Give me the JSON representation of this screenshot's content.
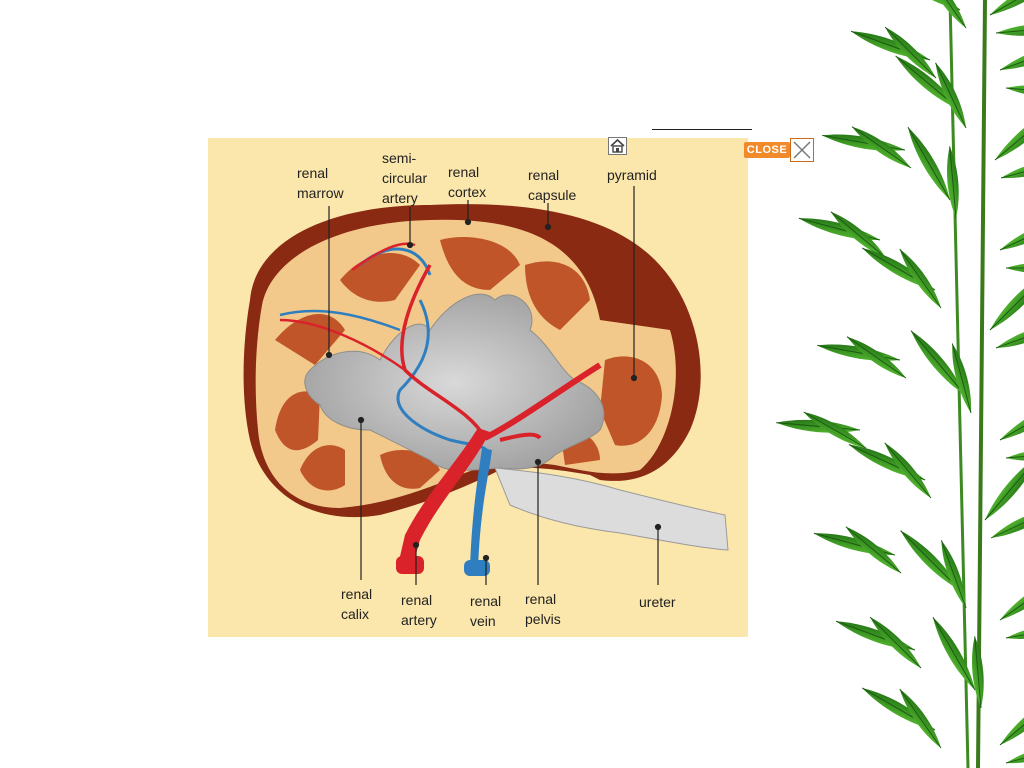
{
  "labels": {
    "renal_marrow": [
      "renal",
      "marrow"
    ],
    "semicircular_artery": [
      "semi-",
      "circular",
      "artery"
    ],
    "renal_cortex": [
      "renal",
      "cortex"
    ],
    "renal_capsule": [
      "renal",
      "capsule"
    ],
    "pyramid": [
      "pyramid"
    ],
    "renal_calix": [
      "renal",
      "calix"
    ],
    "renal_artery": [
      "renal",
      "artery"
    ],
    "renal_vein": [
      "renal",
      "vein"
    ],
    "renal_pelvis": [
      "renal",
      "pelvis"
    ],
    "ureter": [
      "ureter"
    ]
  },
  "controls": {
    "close_label": "CLOSE",
    "home_icon": "home-icon",
    "close_icon": "close-x-icon"
  },
  "colors": {
    "panel_bg": "#fbe6ab",
    "close_accent": "#f08a2a",
    "artery": "#d9222a",
    "vein": "#2f7fc0",
    "capsule": "#8a2a12",
    "bamboo": "#2e8a1e"
  }
}
